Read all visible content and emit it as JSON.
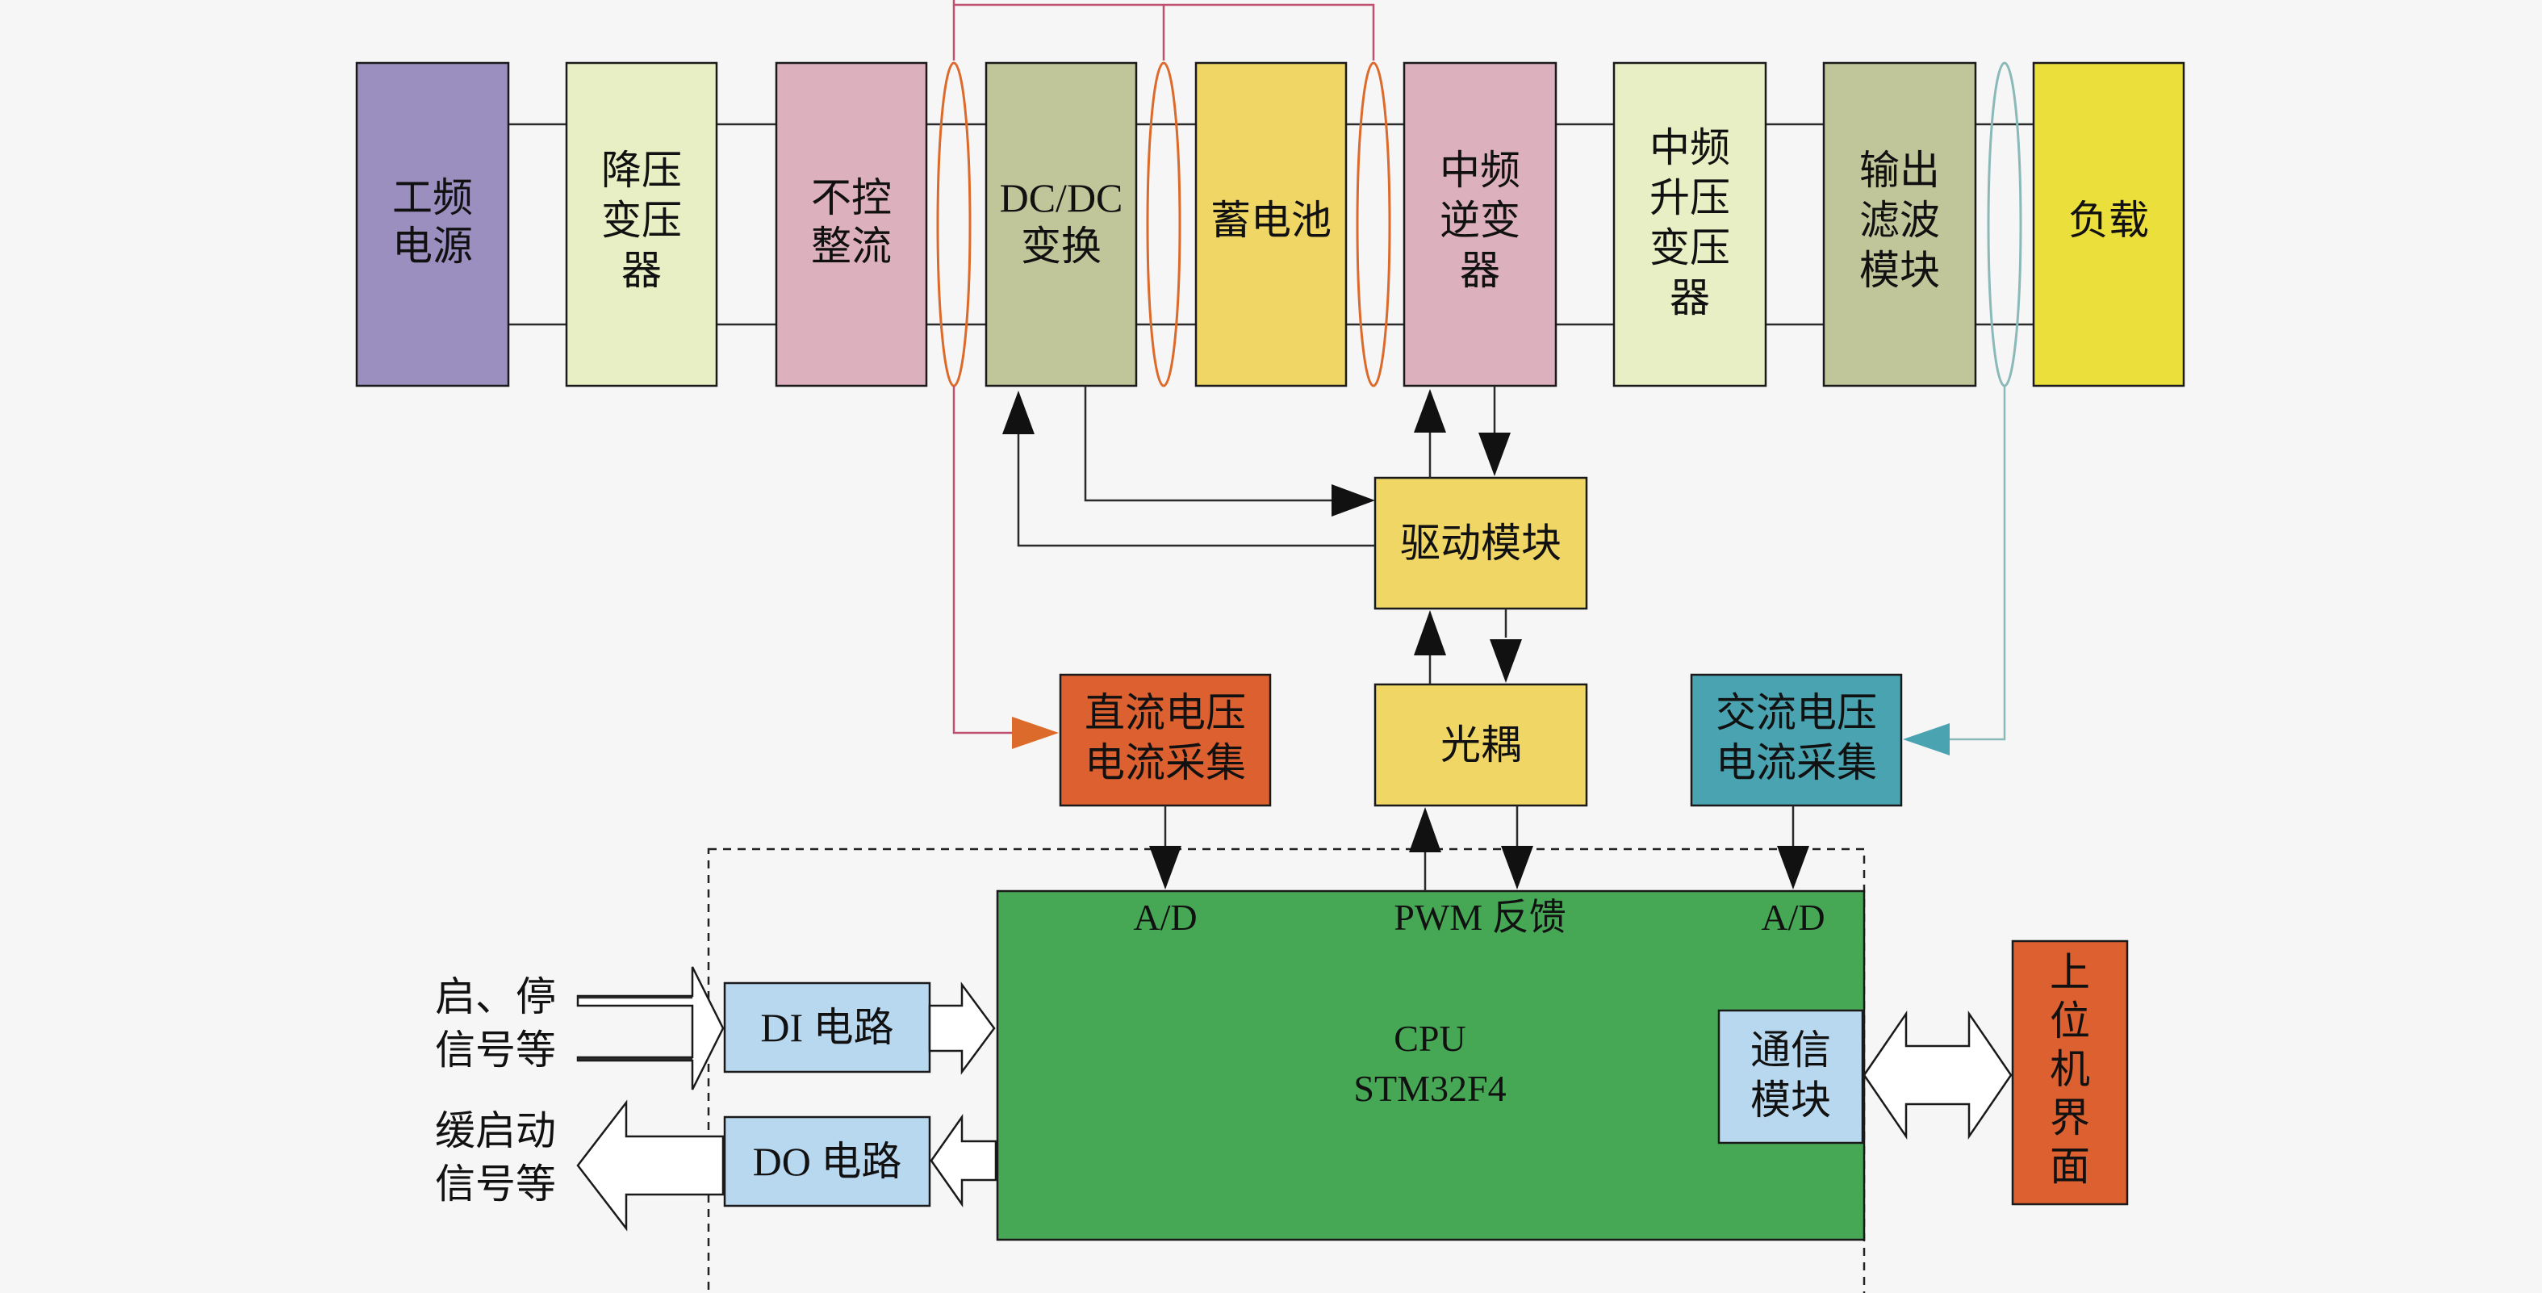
{
  "colors": {
    "background": "#f6f6f6",
    "grid_source": "#9a8fbe",
    "step_down_transformer": "#e8efc4",
    "rectifier": "#ddb0be",
    "dcdc": "#c0c59a",
    "battery": "#f0d664",
    "inverter": "#ddb0be",
    "boost_transformer": "#e8efc4",
    "output_filter": "#c0c59a",
    "load": "#ebdf3c",
    "drive": "#f0d664",
    "optocoupler": "#f0d664",
    "dc_sampling": "#dc6030",
    "ac_sampling": "#4aa3b0",
    "cpu": "#46a855",
    "io_circuit": "#b8d8f0",
    "host": "#dc6030",
    "dc_sensor_ring": "#dc6a2a",
    "ac_sensor_ring": "#8ab9b8",
    "feedback_line": "#c05070"
  },
  "power_chain": {
    "grid_source": [
      "工频",
      "电源"
    ],
    "step_down_transformer": [
      "降压",
      "变压",
      "器"
    ],
    "rectifier": [
      "不控",
      "整流"
    ],
    "dcdc": [
      "DC/DC",
      "变换"
    ],
    "battery": [
      "蓄电池"
    ],
    "inverter": [
      "中频",
      "逆变",
      "器"
    ],
    "boost_transformer": [
      "中频",
      "升压",
      "变压",
      "器"
    ],
    "output_filter": [
      "输出",
      "滤波",
      "模块"
    ],
    "load": [
      "负载"
    ]
  },
  "modules": {
    "drive": "驱动模块",
    "optocoupler": "光耦",
    "dc_sampling": [
      "直流电压",
      "电流采集"
    ],
    "ac_sampling": [
      "交流电压",
      "电流采集"
    ],
    "cpu": [
      "CPU",
      "STM32F4"
    ],
    "comm": [
      "通信",
      "模块"
    ],
    "host": [
      "上",
      "位",
      "机",
      "界",
      "面"
    ],
    "di_circuit": "DI 电路",
    "do_circuit": "DO 电路"
  },
  "ports": {
    "ad_left": "A/D",
    "pwm_feedback": "PWM 反馈",
    "ad_right": "A/D"
  },
  "external_signals": {
    "start_stop": [
      "启、停",
      "信号等"
    ],
    "soft_start": [
      "缓启动",
      "信号等"
    ]
  }
}
